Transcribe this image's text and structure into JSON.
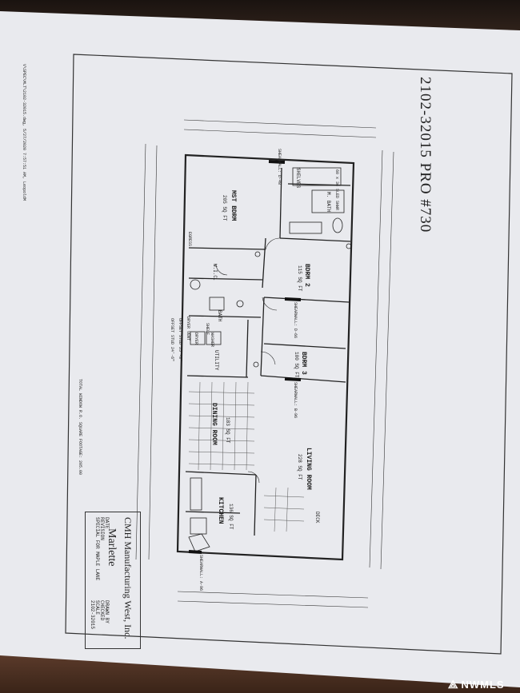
{
  "plan": {
    "title": "2102-32015 PRO #730",
    "file_path": "V\\SPEC\\MLT\\2102-32015.dwg, 5/27/2020 7:57:51 AM, LeopoldM",
    "window_note": "TOTAL WINDOW R.O. SQUARE FOOTAGE: 205.00",
    "rooms": {
      "mst_bdrm": "MST BDRM",
      "mst_bdrm_area": "205 SQ FT",
      "bdrm2": "BDRM 2",
      "bdrm2_area": "115 SQ FT",
      "bdrm3": "BDRM 3",
      "bdrm3_area": "100 SQ FT",
      "dining": "DINING ROOM",
      "dining_area": "183 SQ FT",
      "living": "LIVING ROOM",
      "living_area": "228 SQ FT",
      "kitchen": "KITCHEN",
      "kitchen_area": "136 SQ FT",
      "utility": "UTILITY",
      "wic": "W.I.C.",
      "m_bath": "M. BATH",
      "bath": "BATH",
      "shelves": "SHELVES",
      "tub": "60 x 36 SLED SHWR",
      "deck": "DECK",
      "dryer": "DRYER",
      "washer": "WASHER",
      "shelf": "SHELF"
    },
    "shearwalls": [
      "SHEARWALL: D-48",
      "SHEARWALL: D-66",
      "SHEARWALL: B-96",
      "SHEARWALL: A-96"
    ],
    "notes": {
      "offset1": "OFFSET STUD 24'-6\"",
      "offset2": "OFFSET STUD 25'-8\"",
      "dryer_vent": "DRYER VENT",
      "egress": "EGRESS"
    },
    "title_block": {
      "company": "CMH Manufacturing West, Inc.",
      "model": "Marlette",
      "number": "2102-32015",
      "rows": [
        "DATE",
        "REVISION",
        "SPECIAL FOR MAPLE LANE",
        "DRAWN BY",
        "CHECKED",
        "SCALE"
      ]
    }
  },
  "watermark": {
    "text": "NWMLS",
    "icon": "nwmls-logo-icon"
  }
}
